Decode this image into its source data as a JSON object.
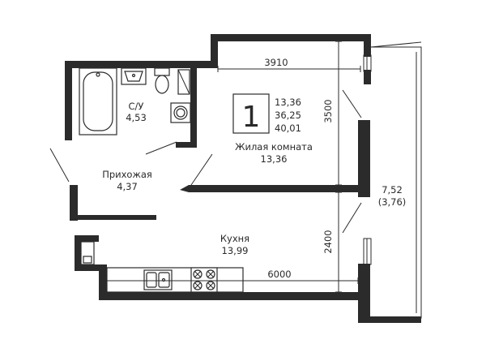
{
  "badge": {
    "rooms": "1",
    "areas": [
      "13,36",
      "36,25",
      "40,01"
    ]
  },
  "rooms": {
    "bathroom": {
      "name": "С/У",
      "area": "4,53"
    },
    "living": {
      "name": "Жилая комната",
      "area": "13,36"
    },
    "hallway": {
      "name": "Прихожая",
      "area": "4,37"
    },
    "kitchen": {
      "name": "Кухня",
      "area": "13,99"
    },
    "balcony": {
      "area": "7,52",
      "area_reduced": "(3,76)"
    }
  },
  "dimensions": {
    "living_width": "3910",
    "living_depth": "3500",
    "kitchen_depth": "2400",
    "kitchen_width": "6000"
  },
  "colors": {
    "wall": "#2b2b2b",
    "line": "#2b2b2b",
    "text": "#2a2a2a"
  }
}
